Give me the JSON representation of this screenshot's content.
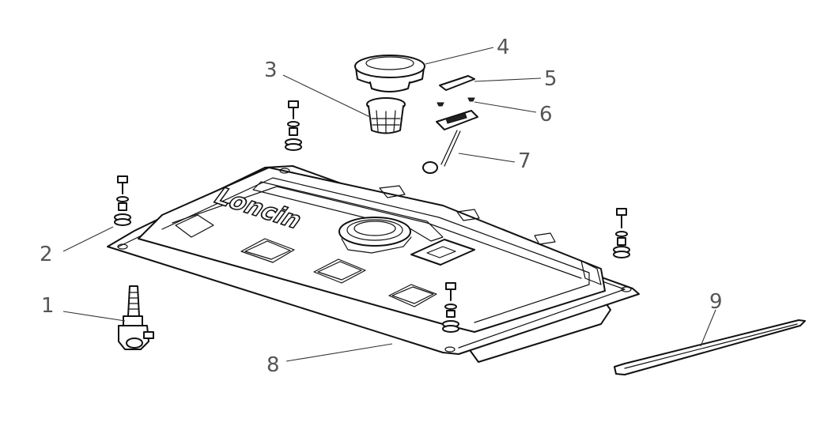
{
  "callouts": [
    {
      "id": "1",
      "label": "1",
      "part": "fuel-cock"
    },
    {
      "id": "2",
      "label": "2",
      "part": "mount-bolt-set"
    },
    {
      "id": "3",
      "label": "3",
      "part": "fuel-strainer"
    },
    {
      "id": "4",
      "label": "4",
      "part": "fuel-cap"
    },
    {
      "id": "5",
      "label": "5",
      "part": "gauge-cover"
    },
    {
      "id": "6",
      "label": "6",
      "part": "screw"
    },
    {
      "id": "7",
      "label": "7",
      "part": "fuel-gauge"
    },
    {
      "id": "8",
      "label": "8",
      "part": "fuel-tank"
    },
    {
      "id": "9",
      "label": "9",
      "part": "rubber-strip"
    }
  ],
  "tank": {
    "logo_text": "Loncin"
  },
  "colors": {
    "line": "#111111",
    "label": "#555555",
    "background": "#ffffff"
  }
}
